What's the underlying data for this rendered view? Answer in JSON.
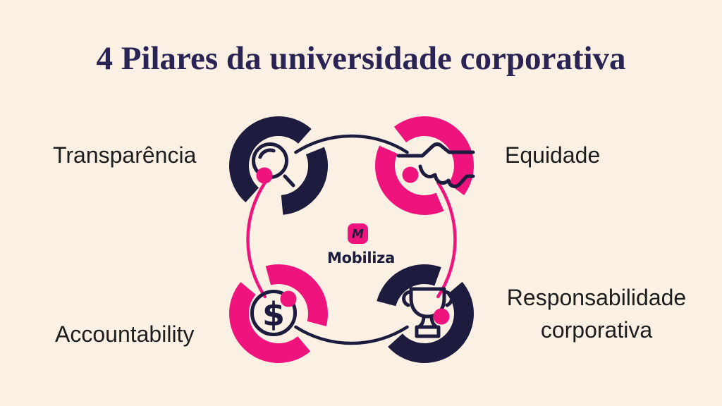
{
  "title": "4 Pilares da universidade corporativa",
  "brand": {
    "name": "Mobiliza",
    "logo_letter": "M"
  },
  "pillars": [
    {
      "label": "Transparência",
      "icon": "magnifier-icon",
      "ring_color": "navy",
      "position": "top-left"
    },
    {
      "label": "Equidade",
      "icon": "handshake-icon",
      "ring_color": "pink",
      "position": "top-right"
    },
    {
      "label": "Accountability",
      "icon": "dollar-coin-icon",
      "ring_color": "pink",
      "position": "bottom-left"
    },
    {
      "label": "Responsabilidade corporativa",
      "icon": "trophy-icon",
      "ring_color": "navy",
      "position": "bottom-right"
    }
  ],
  "coin_symbol": "$",
  "colors": {
    "background": "#FAF1E4",
    "navy": "#1D1B3E",
    "pink": "#EF147D",
    "title": "#2A2454",
    "label": "#1D1D1D"
  }
}
